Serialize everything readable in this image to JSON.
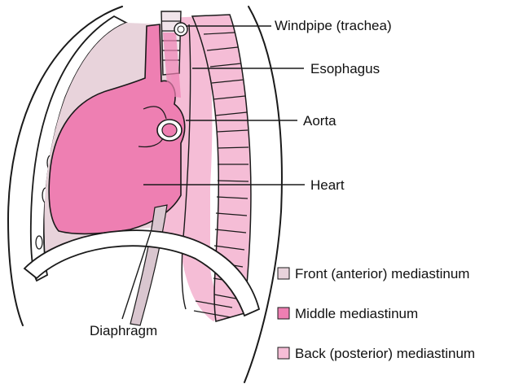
{
  "labels": {
    "trachea": "Windpipe (trachea)",
    "esophagus": "Esophagus",
    "aorta": "Aorta",
    "heart": "Heart",
    "diaphragm": "Diaphragm"
  },
  "legend": [
    {
      "label": "Front (anterior) mediastinum",
      "color": "#e8d3db"
    },
    {
      "label": "Middle mediastinum",
      "color": "#ee7fb2"
    },
    {
      "label": "Back (posterior) mediastinum",
      "color": "#f5bdd6"
    }
  ],
  "colors": {
    "anterior": "#e8d3db",
    "middle": "#ee7fb2",
    "posterior": "#f5bdd6",
    "outline": "#1a1a1a"
  }
}
